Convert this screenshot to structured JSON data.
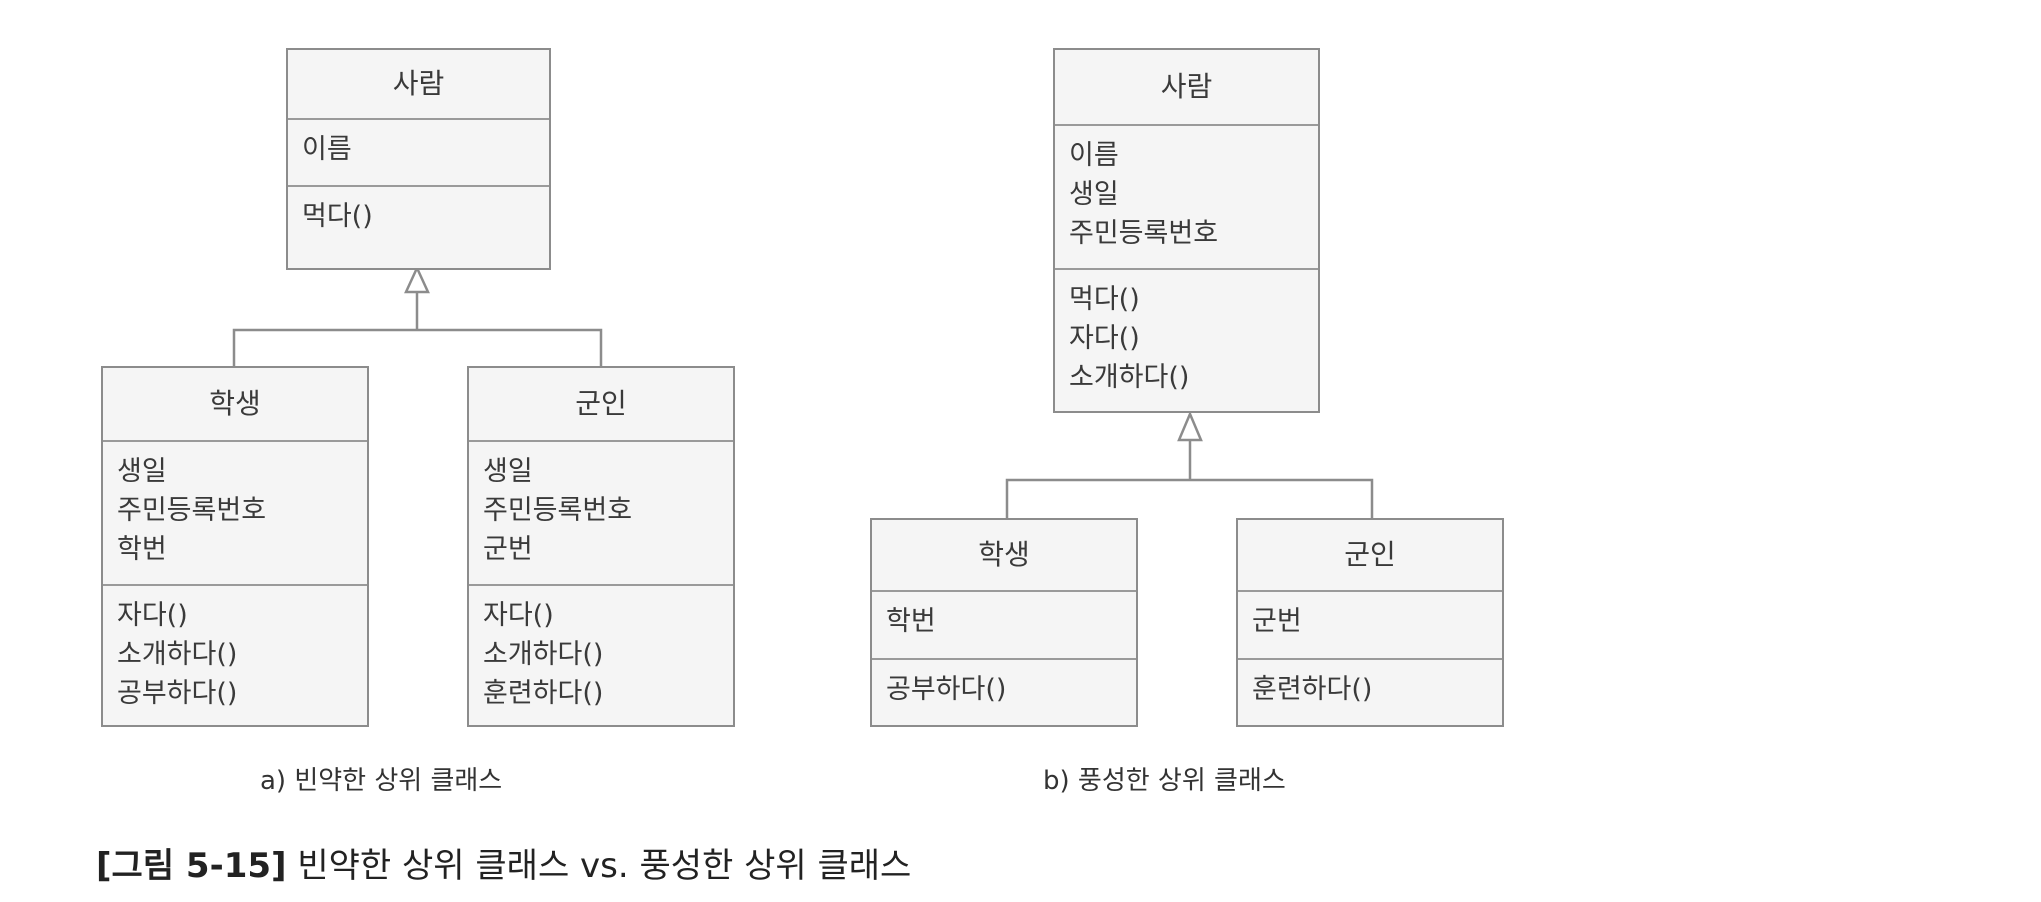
{
  "left": {
    "base": {
      "name": "사람",
      "attributes": [
        "이름"
      ],
      "methods": [
        "먹다()"
      ]
    },
    "student": {
      "name": "학생",
      "attributes": [
        "생일",
        "주민등록번호",
        "학번"
      ],
      "methods": [
        "자다()",
        "소개하다()",
        "공부하다()"
      ]
    },
    "soldier": {
      "name": "군인",
      "attributes": [
        "생일",
        "주민등록번호",
        "군번"
      ],
      "methods": [
        "자다()",
        "소개하다()",
        "훈련하다()"
      ]
    },
    "caption": "a) 빈약한 상위 클래스"
  },
  "right": {
    "base": {
      "name": "사람",
      "attributes": [
        "이름",
        "생일",
        "주민등록번호"
      ],
      "methods": [
        "먹다()",
        "자다()",
        "소개하다()"
      ]
    },
    "student": {
      "name": "학생",
      "attributes": [
        "학번"
      ],
      "methods": [
        "공부하다()"
      ]
    },
    "soldier": {
      "name": "군인",
      "attributes": [
        "군번"
      ],
      "methods": [
        "훈련하다()"
      ]
    },
    "caption": "b) 풍성한 상위 클래스"
  },
  "figure": {
    "label": "[그림 5-15]",
    "title": "빈약한 상위 클래스 vs. 풍성한 상위 클래스"
  }
}
